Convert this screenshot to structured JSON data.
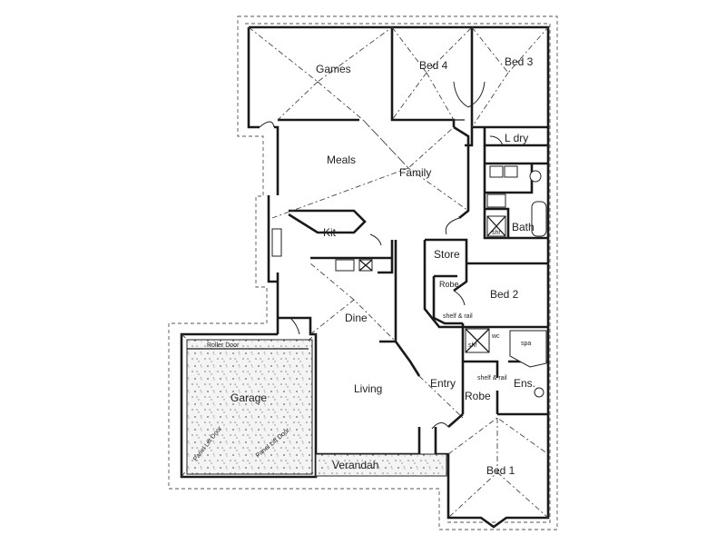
{
  "rooms": {
    "games": "Games",
    "bed4": "Bed 4",
    "bed3": "Bed 3",
    "laundry": "L dry",
    "meals": "Meals",
    "family": "Family",
    "bath": "Bath",
    "kit": "Kit",
    "store": "Store",
    "robe_top": "Robe",
    "bed2": "Bed 2",
    "dine": "Dine",
    "living": "Living",
    "entry": "Entry",
    "robe_ensuite": "Robe",
    "ens": "Ens.",
    "garage": "Garage",
    "verandah": "Verandah",
    "bed1": "Bed 1"
  },
  "notes": {
    "roller_door": "Roller Door",
    "panel_lift_door_1": "Panel Lift Door",
    "panel_lift_door_2": "Panel Lift Door",
    "shelf_rail_1": "shelf & rail",
    "shelf_rail_2": "shelf & rail",
    "shr_bath": "shr",
    "shr_ens": "shr",
    "spa": "spa",
    "wc": "wc"
  }
}
